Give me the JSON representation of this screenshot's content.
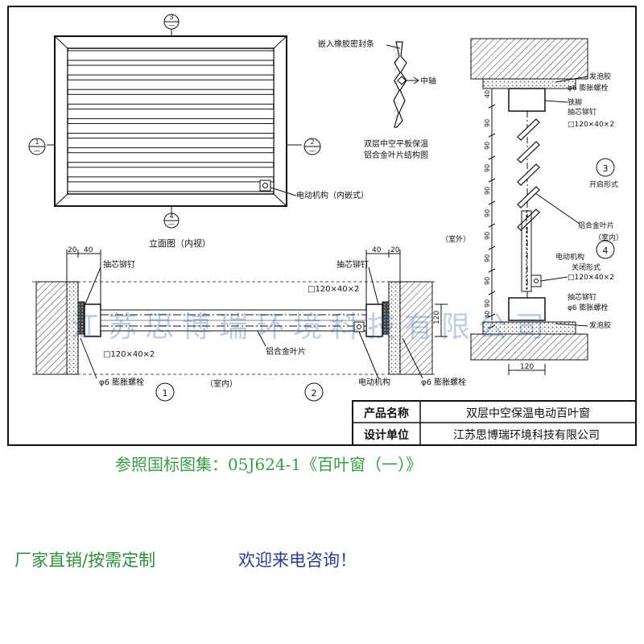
{
  "elevation": {
    "section_marks": [
      "1",
      "2",
      "3",
      "4"
    ],
    "title": "立面图（内视）"
  },
  "blade_detail": {
    "seal_label": "嵌入橡胶密封条",
    "axis_label": "中轴",
    "caption_line1": "双层中空平板保温",
    "caption_line2": "铝合金叶片结构图"
  },
  "plan": {
    "dim_20": "20",
    "dim_40": "40",
    "rivet_label": "抽芯铆钉",
    "profile_label": "□120×40×2",
    "blade_label": "铝合金叶片",
    "motor_label": "电动机构",
    "bolt_label": "φ6 膨胀螺栓",
    "dim_120": "120",
    "interior_label": "（室内）",
    "mark_1": "1",
    "mark_2": "2"
  },
  "motor_label": "电动机构（内嵌式）",
  "section": {
    "foam_label": "发泡胶",
    "bolt_label": "φ6 膨胀螺栓",
    "iron_foot_label": "铁脚",
    "rivet_label": "抽芯铆钉",
    "profile_label": "□120×40×2",
    "open_label": "开启形式",
    "blade_label": "铝合金叶片",
    "exterior_label": "（室外）",
    "interior_label": "（室内）",
    "motor_label": "电动机构",
    "close_label": "关闭形式",
    "dims": [
      "40",
      "90",
      "90",
      "90",
      "90",
      "90",
      "90",
      "90",
      "90",
      "90",
      "40"
    ],
    "bottom_dim": "120",
    "mark_3": "3",
    "mark_4": "4"
  },
  "info_table": {
    "product_label": "产品名称",
    "product_value": "双层中空保温电动百叶窗",
    "designer_label": "设计单位",
    "designer_value": "江苏思博瑞环境科技有限公司"
  },
  "watermark": "江苏思博瑞环境科技有限公司",
  "captions": {
    "reference": "参照国标图集：05J624-1《百叶窗（一）》",
    "direct_sale": "厂家直销/按需定制",
    "consult": "欢迎来电咨询！"
  },
  "colors": {
    "reference_text": "#3a9a48",
    "direct_sale_text": "#2f8c3c",
    "consult_text": "#2d3f8c",
    "watermark": "#1d4e9a"
  }
}
